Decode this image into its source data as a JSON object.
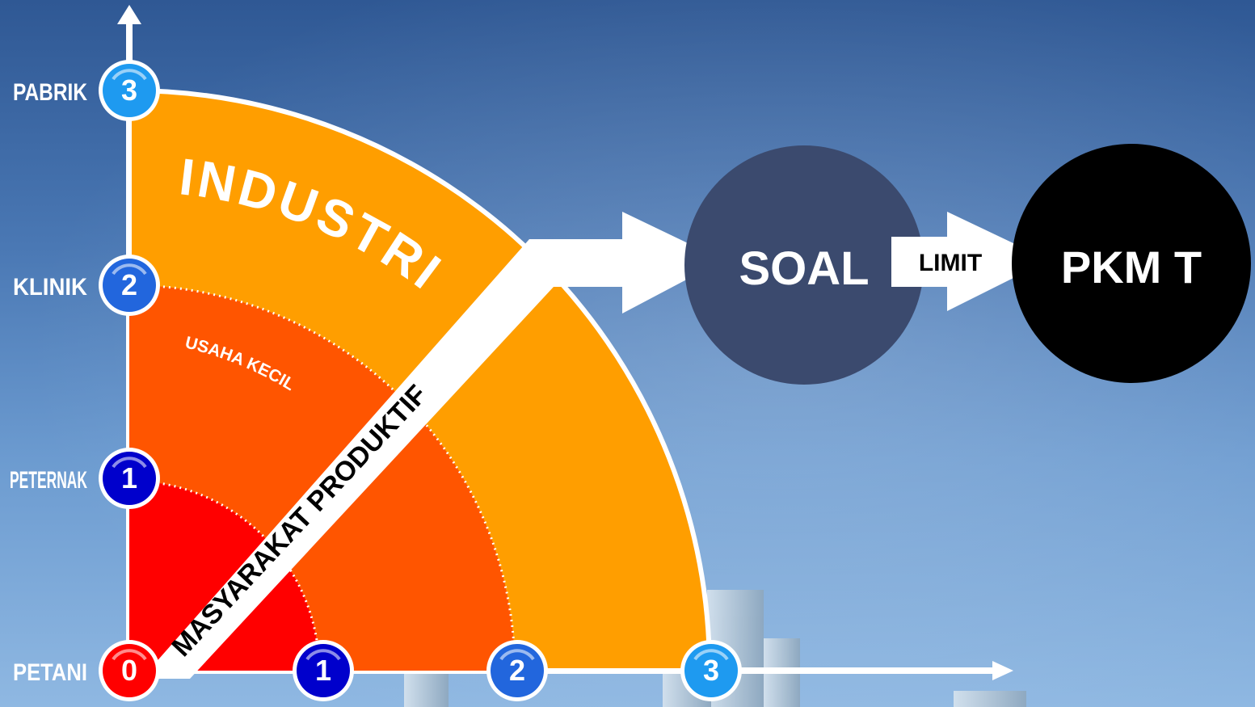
{
  "axis": {
    "y_labels": [
      "PETANI",
      "PETERNAK",
      "KLINIK",
      "PABRIK"
    ],
    "y_levels": [
      "0",
      "1",
      "2",
      "3"
    ],
    "x_levels": [
      "1",
      "2",
      "3"
    ]
  },
  "bands": {
    "outer": "INDUSTRI",
    "middle": "USAHA KECIL"
  },
  "diagonal_label": "MASYARAKAT PRODUKTIF",
  "flow": {
    "problem": "SOAL",
    "connector": "LIMIT",
    "target": "PKM T"
  },
  "colors": {
    "band_outer": "#ff9e00",
    "band_middle": "#ff5500",
    "band_inner": "#ff0000",
    "level_0": "#ff0000",
    "level_1": "#0000cc",
    "level_2": "#2266dd",
    "level_3": "#1e9af0",
    "soal_circle": "#3b4a6e",
    "pkm_circle": "#000000",
    "text_light": "#ffffff",
    "text_dark": "#000000"
  }
}
